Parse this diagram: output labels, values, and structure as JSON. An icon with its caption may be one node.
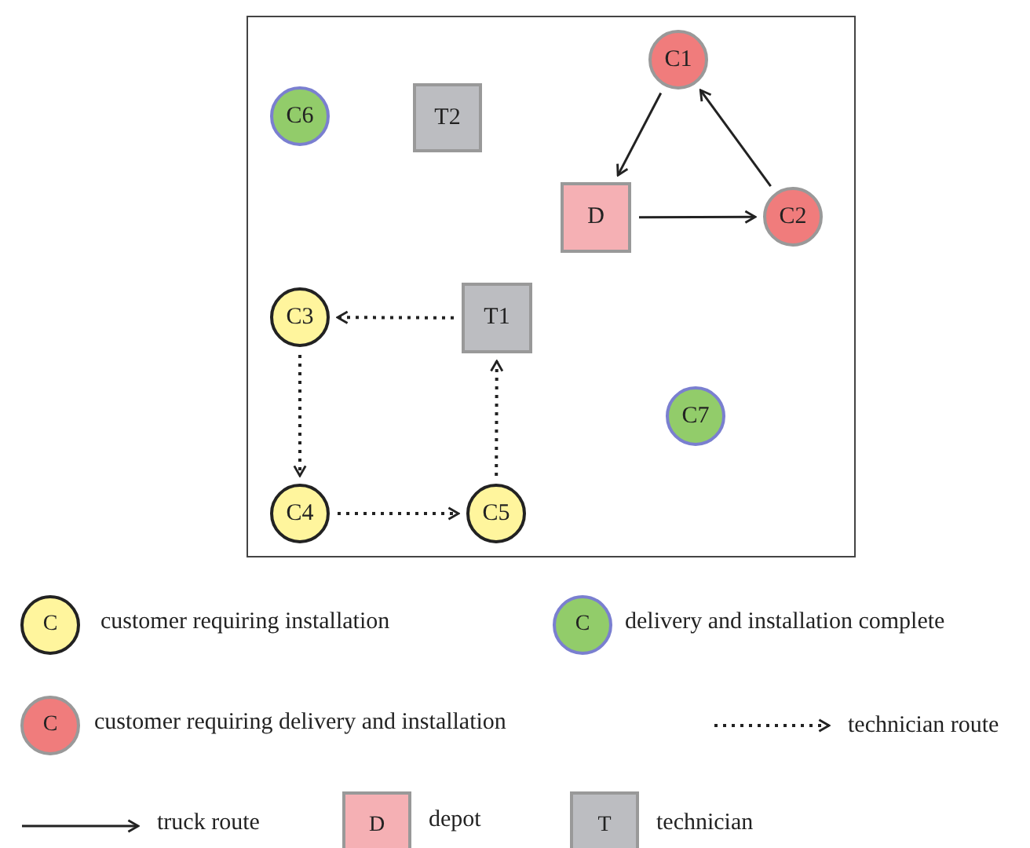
{
  "diagram": {
    "nodes": [
      {
        "text": [
          "C1"
        ]
      },
      {
        "text": [
          "C6"
        ]
      },
      {
        "text": [
          "T2"
        ]
      },
      {
        "text": [
          "D"
        ]
      },
      {
        "text": [
          "C2"
        ]
      },
      {
        "text": [
          "C3"
        ]
      },
      {
        "text": [
          "T1"
        ]
      },
      {
        "text": [
          "C7"
        ]
      },
      {
        "text": [
          "C4"
        ]
      },
      {
        "text": [
          "C5"
        ]
      }
    ],
    "edges": [
      {
        "from": 0,
        "to": 3,
        "arrow": "to"
      },
      {
        "from": 3,
        "to": 4,
        "arrow": "to"
      },
      {
        "from": 4,
        "to": 0,
        "arrow": "to"
      },
      {
        "from": 6,
        "to": 5,
        "arrow": "to",
        "style": "dashed"
      },
      {
        "from": 5,
        "to": 8,
        "arrow": "to",
        "style": "dashed"
      },
      {
        "from": 8,
        "to": 9,
        "arrow": "to",
        "style": "dashed"
      },
      {
        "from": 9,
        "to": 6,
        "arrow": "to",
        "style": "dashed"
      }
    ],
    "labels": [
      "C",
      "C",
      "C",
      "D",
      "T"
    ],
    "legend": [
      {
        "text": "customer requiring installation",
        "color": "#fff59d"
      },
      {
        "text": "delivery and installation complete",
        "color": "#92cc6a"
      },
      {
        "text": "customer requiring delivery and installation",
        "color": "#f07c7c"
      },
      {
        "text": "technician route"
      },
      {
        "text": "truck route"
      },
      {
        "text": "depot",
        "color": "#f5b0b4"
      },
      {
        "text": "technician",
        "color": "#bcbdc1"
      }
    ]
  }
}
